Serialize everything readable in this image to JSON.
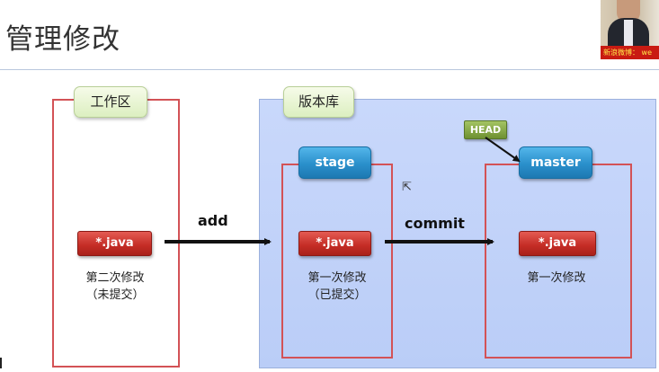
{
  "title": "管理修改",
  "presenter": {
    "banner_text": "新浪微博： we"
  },
  "workspace": {
    "label": "工作区",
    "file": "*.java",
    "caption_line1": "第二次修改",
    "caption_line2": "（未提交）"
  },
  "repository": {
    "label": "版本库",
    "stage": {
      "label": "stage",
      "file": "*.java",
      "caption_line1": "第一次修改",
      "caption_line2": "（已提交）"
    },
    "master": {
      "label": "master",
      "head_label": "HEAD",
      "file": "*.java",
      "caption_line1": "第一次修改"
    }
  },
  "actions": {
    "add": "add",
    "commit": "commit"
  },
  "colors": {
    "box_border": "#d35256",
    "repo_fill": "#c3d4fa",
    "button_blue": "#2a8fcb",
    "button_red": "#c42c25",
    "head_green": "#7fa23c"
  }
}
